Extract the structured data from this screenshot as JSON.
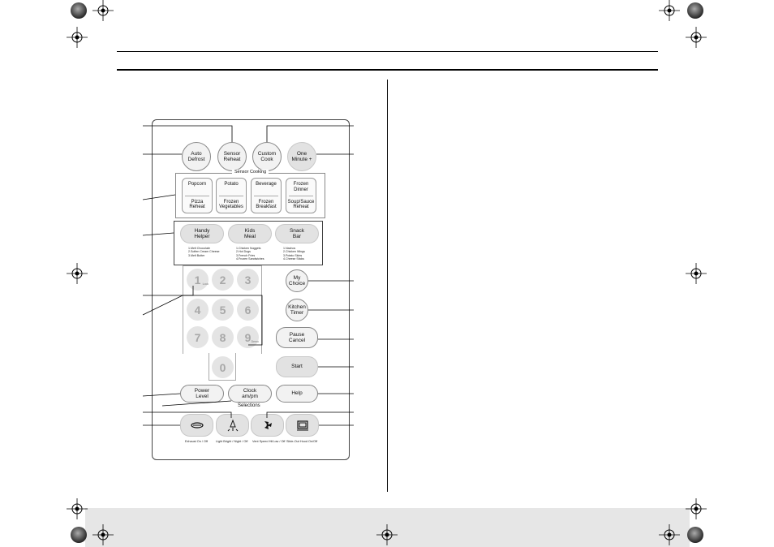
{
  "panel": {
    "top_row": [
      {
        "name": "auto-defrost-button",
        "label": "Auto\nDefrost"
      },
      {
        "name": "sensor-reheat-button",
        "label": "Sensor\nReheat"
      },
      {
        "name": "custom-cook-button",
        "label": "Custom\nCook"
      },
      {
        "name": "one-minute-button",
        "label": "One\nMinute +"
      }
    ],
    "sensor_cooking": {
      "title": "Sensor Cooking",
      "cells": [
        {
          "top": "Popcorn",
          "bottom": "Pizza\nReheat"
        },
        {
          "top": "Potato",
          "bottom": "Frozen\nVegetables"
        },
        {
          "top": "Beverage",
          "bottom": "Frozen\nBreakfast"
        },
        {
          "top": "Frozen\nDinner",
          "bottom": "Soup/Sauce\nReheat"
        }
      ]
    },
    "quick_meals": [
      {
        "label": "Handy\nHelper",
        "items": "1.Melt Chocolate\n2.Soften Cream Cheese\n3.Melt Butter"
      },
      {
        "label": "Kids\nMeal",
        "items": "1.Chicken Nuggets\n2.Hot Dogs\n3.French Fries\n4.Frozen Sandwiches"
      },
      {
        "label": "Snack\nBar",
        "items": "1.Nachos\n2.Chicken Wings\n3.Potato Skins\n4.Cheese Sticks"
      }
    ],
    "keypad": {
      "digits": [
        "1",
        "2",
        "3",
        "4",
        "5",
        "6",
        "7",
        "8",
        "9",
        "0"
      ],
      "one_sub": "Lock",
      "nine_sub": "Demo"
    },
    "side_buttons": [
      {
        "label": "My\nChoice"
      },
      {
        "label": "Kitchen\nTimer"
      },
      {
        "label": "Pause\nCancel"
      },
      {
        "label": "Start"
      },
      {
        "label": "Help"
      }
    ],
    "bottom_row": {
      "power_level": "Power\nLevel",
      "clock": "Clock\nam/pm",
      "selections_title": "Selections"
    },
    "selections": [
      {
        "icon": "vent-icon",
        "caption": "Exhaust On / Off"
      },
      {
        "icon": "light-icon",
        "caption": "Light Bright / Night / Off"
      },
      {
        "icon": "fan-icon",
        "caption": "Vent Speed Hi/Low / Off"
      },
      {
        "icon": "hood-icon",
        "caption": "Slide-Out Hood On/Off"
      }
    ]
  }
}
